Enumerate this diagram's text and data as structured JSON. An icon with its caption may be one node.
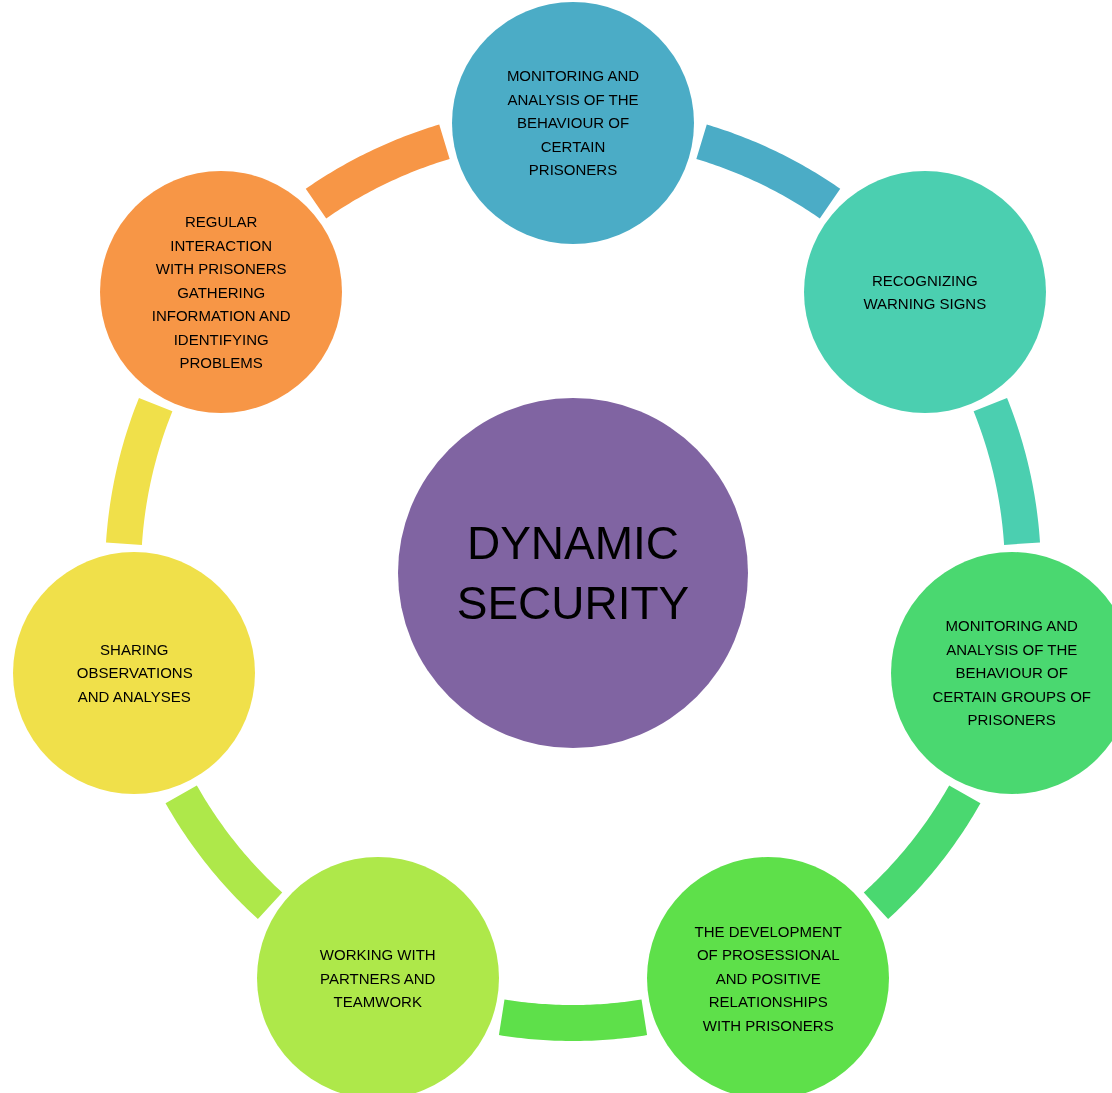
{
  "diagram": {
    "nodes": [
      {
        "text": [
          "DYNAMIC SECURITY"
        ]
      },
      {
        "text": [
          "MONITORING AND ANALYSIS OF THE BEHAVIOUR OF CERTAIN PRISONERS"
        ]
      },
      {
        "text": [
          "RECOGNIZING WARNING SIGNS"
        ]
      },
      {
        "text": [
          "MONITORING AND ANALYSIS OF THE BEHAVIOUR OF CERTAIN GROUPS OF PRISONERS"
        ]
      },
      {
        "text": [
          "THE DEVELOPMENT OF PROSESSIONAL AND POSITIVE RELATIONSHIPS WITH PRISONERS"
        ]
      },
      {
        "text": [
          "WORKING WITH PARTNERS AND TEAMWORK"
        ]
      },
      {
        "text": [
          "SHARING OBSERVATIONS AND ANALYSES"
        ]
      },
      {
        "text": [
          "REGULAR INTERACTION WITH PRISONERS GATHERING INFORMATION AND IDENTIFYING PROBLEMS"
        ]
      }
    ],
    "edges": [
      {
        "from": 1,
        "to": 2,
        "arrow": "none",
        "color": "#4bacc6"
      },
      {
        "from": 2,
        "to": 3,
        "arrow": "none",
        "color": "#4bcfb0"
      },
      {
        "from": 3,
        "to": 4,
        "arrow": "none",
        "color": "#4ad870"
      },
      {
        "from": 4,
        "to": 5,
        "arrow": "none",
        "color": "#5ee04a"
      },
      {
        "from": 5,
        "to": 6,
        "arrow": "none",
        "color": "#aee84a"
      },
      {
        "from": 6,
        "to": 7,
        "arrow": "none",
        "color": "#f0e04a"
      },
      {
        "from": 7,
        "to": 1,
        "arrow": "none",
        "color": "#f79646"
      }
    ]
  }
}
